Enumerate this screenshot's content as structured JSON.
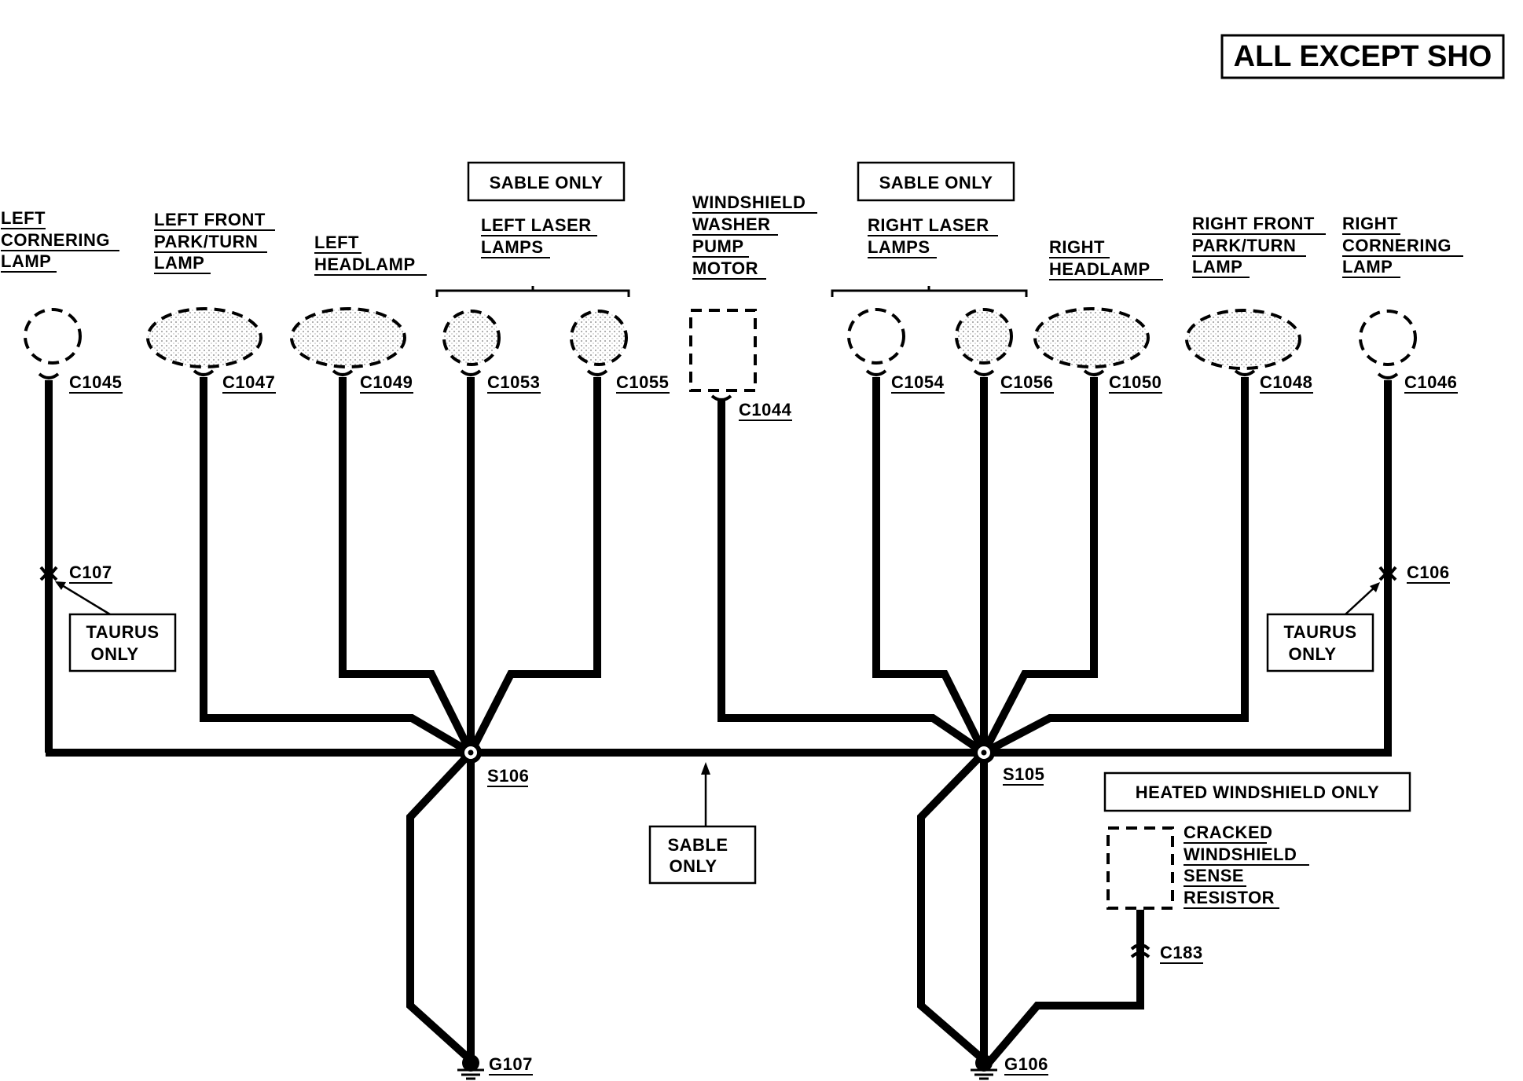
{
  "header": {
    "title": "ALL EXCEPT SHO"
  },
  "components": {
    "left_cornering_lamp": [
      "LEFT",
      "CORNERING",
      "LAMP"
    ],
    "left_front_park_turn_lamp": [
      "LEFT FRONT",
      "PARK/TURN",
      "LAMP"
    ],
    "left_headlamp": [
      "LEFT",
      "HEADLAMP"
    ],
    "left_laser_lamps": [
      "LEFT LASER",
      "LAMPS"
    ],
    "windshield_washer_pump_motor": [
      "WINDSHIELD",
      "WASHER",
      "PUMP",
      "MOTOR"
    ],
    "right_laser_lamps": [
      "RIGHT LASER",
      "LAMPS"
    ],
    "right_headlamp": [
      "RIGHT",
      "HEADLAMP"
    ],
    "right_front_park_turn_lamp": [
      "RIGHT FRONT",
      "PARK/TURN",
      "LAMP"
    ],
    "right_cornering_lamp": [
      "RIGHT",
      "CORNERING",
      "LAMP"
    ],
    "cracked_windshield_sense_resistor": [
      "CRACKED",
      "WINDSHIELD",
      "SENSE",
      "RESISTOR"
    ]
  },
  "notes": {
    "sable_only_left": "SABLE ONLY",
    "sable_only_right": "SABLE ONLY",
    "taurus_only_left": [
      "TAURUS",
      "ONLY"
    ],
    "taurus_only_right": [
      "TAURUS",
      "ONLY"
    ],
    "sable_only_center": [
      "SABLE",
      "ONLY"
    ],
    "heated_windshield_only": "HEATED WINDSHIELD ONLY"
  },
  "connectors": {
    "c1045": "C1045",
    "c1047": "C1047",
    "c1049": "C1049",
    "c1053": "C1053",
    "c1055": "C1055",
    "c1044": "C1044",
    "c1054": "C1054",
    "c1056": "C1056",
    "c1050": "C1050",
    "c1048": "C1048",
    "c1046": "C1046",
    "c107": "C107",
    "c106": "C106",
    "c183": "C183"
  },
  "splices": {
    "s106": "S106",
    "s105": "S105"
  },
  "grounds": {
    "g107": "G107",
    "g106": "G106"
  }
}
